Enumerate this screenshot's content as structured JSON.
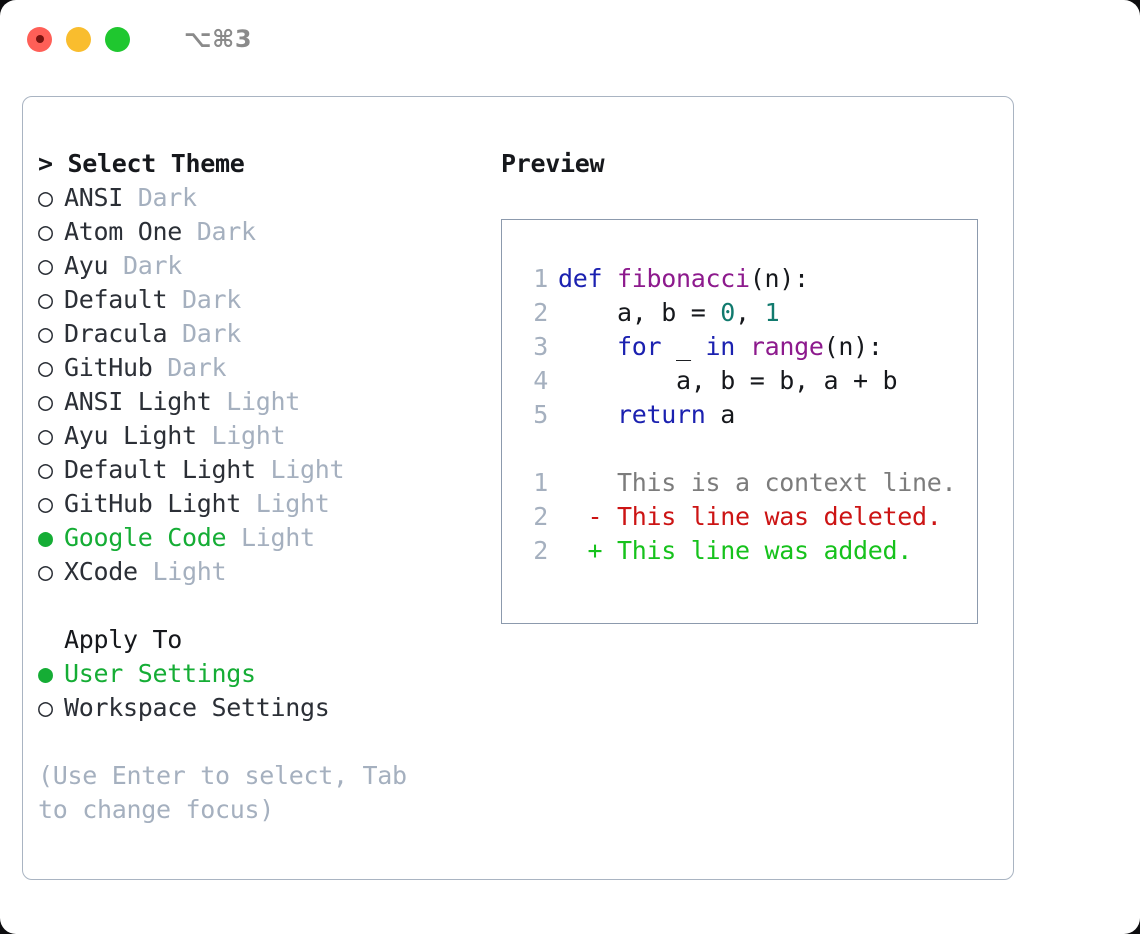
{
  "titlebar": {
    "shortcut": "⌥⌘3",
    "buttons": [
      "close",
      "minimize",
      "maximize"
    ]
  },
  "theme_list": {
    "header": "> Select Theme",
    "header_prefix": ">",
    "header_label": "Select Theme",
    "marker_selected": "●",
    "marker_unselected": "○",
    "items": [
      {
        "name": "ANSI",
        "variant": "Dark",
        "selected": false
      },
      {
        "name": "Atom One",
        "variant": "Dark",
        "selected": false
      },
      {
        "name": "Ayu",
        "variant": "Dark",
        "selected": false
      },
      {
        "name": "Default",
        "variant": "Dark",
        "selected": false
      },
      {
        "name": "Dracula",
        "variant": "Dark",
        "selected": false
      },
      {
        "name": "GitHub",
        "variant": "Dark",
        "selected": false
      },
      {
        "name": "ANSI Light",
        "variant": "Light",
        "selected": false
      },
      {
        "name": "Ayu Light",
        "variant": "Light",
        "selected": false
      },
      {
        "name": "Default Light",
        "variant": "Light",
        "selected": false
      },
      {
        "name": "GitHub Light",
        "variant": "Light",
        "selected": false
      },
      {
        "name": "Google Code",
        "variant": "Light",
        "selected": true
      },
      {
        "name": "XCode",
        "variant": "Light",
        "selected": false
      }
    ]
  },
  "apply_to": {
    "header": "Apply To",
    "items": [
      {
        "name": "User Settings",
        "selected": true
      },
      {
        "name": "Workspace Settings",
        "selected": false
      }
    ]
  },
  "hint": "(Use Enter to select, Tab to change focus)",
  "preview": {
    "title": "Preview",
    "code_lines": [
      {
        "num": "1",
        "indent": 0,
        "tokens": [
          {
            "t": "def ",
            "c": "kw"
          },
          {
            "t": "fibonacci",
            "c": "fn"
          },
          {
            "t": "(n):",
            "c": "punc"
          }
        ]
      },
      {
        "num": "2",
        "indent": 4,
        "tokens": [
          {
            "t": "a, b = ",
            "c": "txt"
          },
          {
            "t": "0",
            "c": "num"
          },
          {
            "t": ", ",
            "c": "txt"
          },
          {
            "t": "1",
            "c": "num"
          }
        ]
      },
      {
        "num": "3",
        "indent": 4,
        "tokens": [
          {
            "t": "for ",
            "c": "kw"
          },
          {
            "t": "_ ",
            "c": "txt"
          },
          {
            "t": "in ",
            "c": "kw"
          },
          {
            "t": "range",
            "c": "fn"
          },
          {
            "t": "(n):",
            "c": "punc"
          }
        ]
      },
      {
        "num": "4",
        "indent": 8,
        "tokens": [
          {
            "t": "a, b = b, a + b",
            "c": "txt"
          }
        ]
      },
      {
        "num": "5",
        "indent": 4,
        "tokens": [
          {
            "t": "return ",
            "c": "kw"
          },
          {
            "t": "a",
            "c": "txt"
          }
        ]
      }
    ],
    "diff_lines": [
      {
        "num": "1",
        "sign": " ",
        "text": "This is a context line.",
        "kind": "ctx"
      },
      {
        "num": "2",
        "sign": "-",
        "text": "This line was deleted.",
        "kind": "del"
      },
      {
        "num": "2",
        "sign": "+",
        "text": "This line was added.",
        "kind": "add"
      }
    ]
  },
  "colors": {
    "selected_green": "#15ad35",
    "muted": "#a5b0bf",
    "keyword": "#1b21b0",
    "function": "#8d1a8d",
    "number": "#117a6e",
    "diff_added": "#16c21c",
    "diff_deleted": "#cc1414",
    "diff_context": "#7c7c7c",
    "border": "#a9b4c2"
  }
}
